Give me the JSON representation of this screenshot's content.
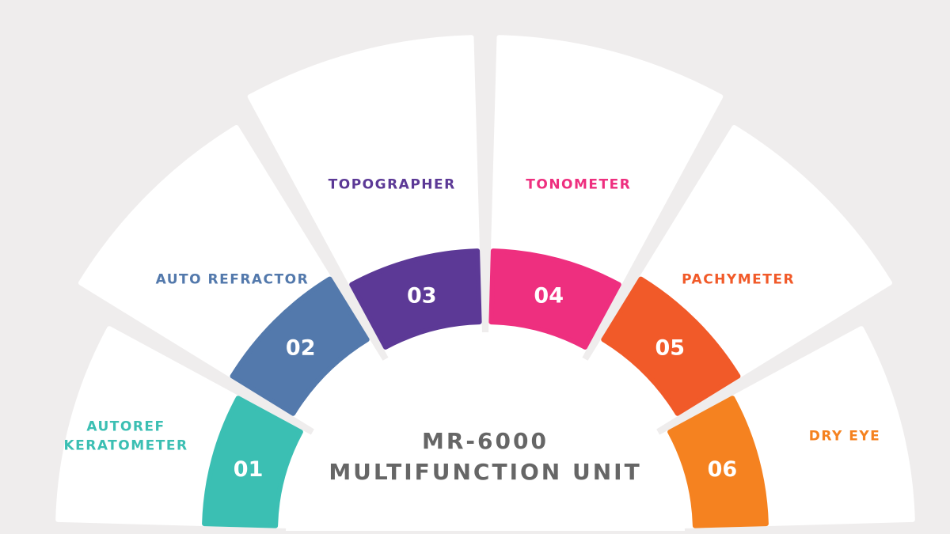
{
  "center": {
    "line1": "MR-6000",
    "line2": "MULTIFUNCTION UNIT",
    "color": "#666666"
  },
  "segments": [
    {
      "number": "01",
      "label_lines": [
        "AUTOREF",
        "KERATOMETER"
      ],
      "color": "#3bbfb3"
    },
    {
      "number": "02",
      "label_lines": [
        "AUTO REFRACTOR"
      ],
      "color": "#5379ac"
    },
    {
      "number": "03",
      "label_lines": [
        "TOPOGRAPHER"
      ],
      "color": "#5c3996"
    },
    {
      "number": "04",
      "label_lines": [
        "TONOMETER"
      ],
      "color": "#ee2f7f"
    },
    {
      "number": "05",
      "label_lines": [
        "PACHYMETER"
      ],
      "color": "#f15a29"
    },
    {
      "number": "06",
      "label_lines": [
        "DRY EYE"
      ],
      "color": "#f58220"
    }
  ]
}
